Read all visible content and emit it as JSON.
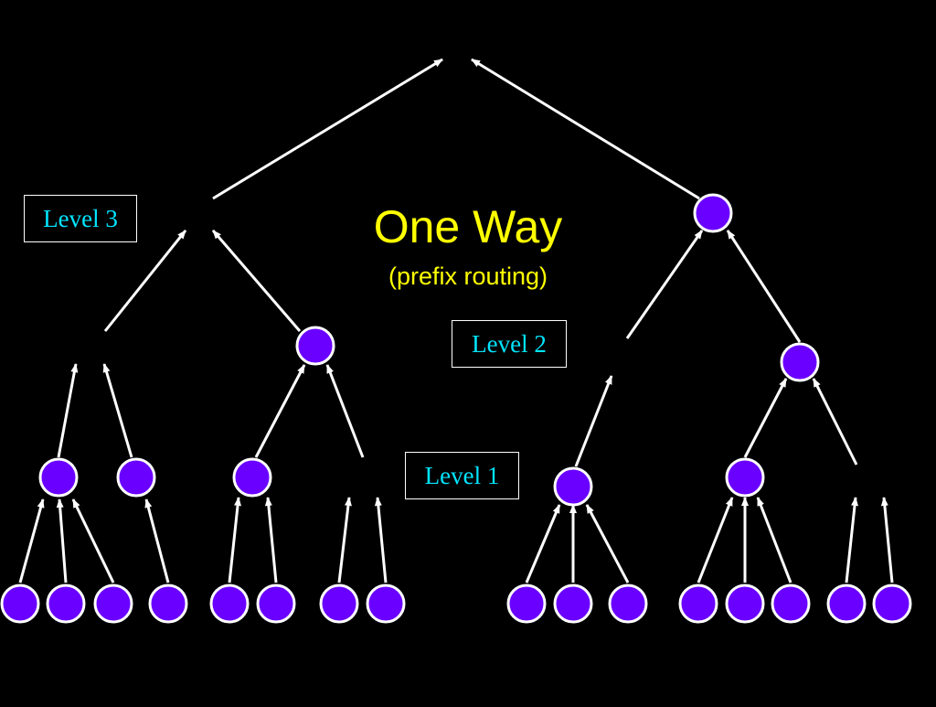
{
  "diagram": {
    "title": "One Way",
    "subtitle": "(prefix routing)",
    "level_labels": {
      "level3": "Level 3",
      "level2": "Level 2",
      "level1": "Level 1"
    }
  },
  "colors": {
    "background": "#000000",
    "title": "#ffff00",
    "level_label": "#00e5ff",
    "node_fill": "#6a00ff",
    "node_stroke": "#ffffff",
    "arrow": "#ffffff"
  }
}
